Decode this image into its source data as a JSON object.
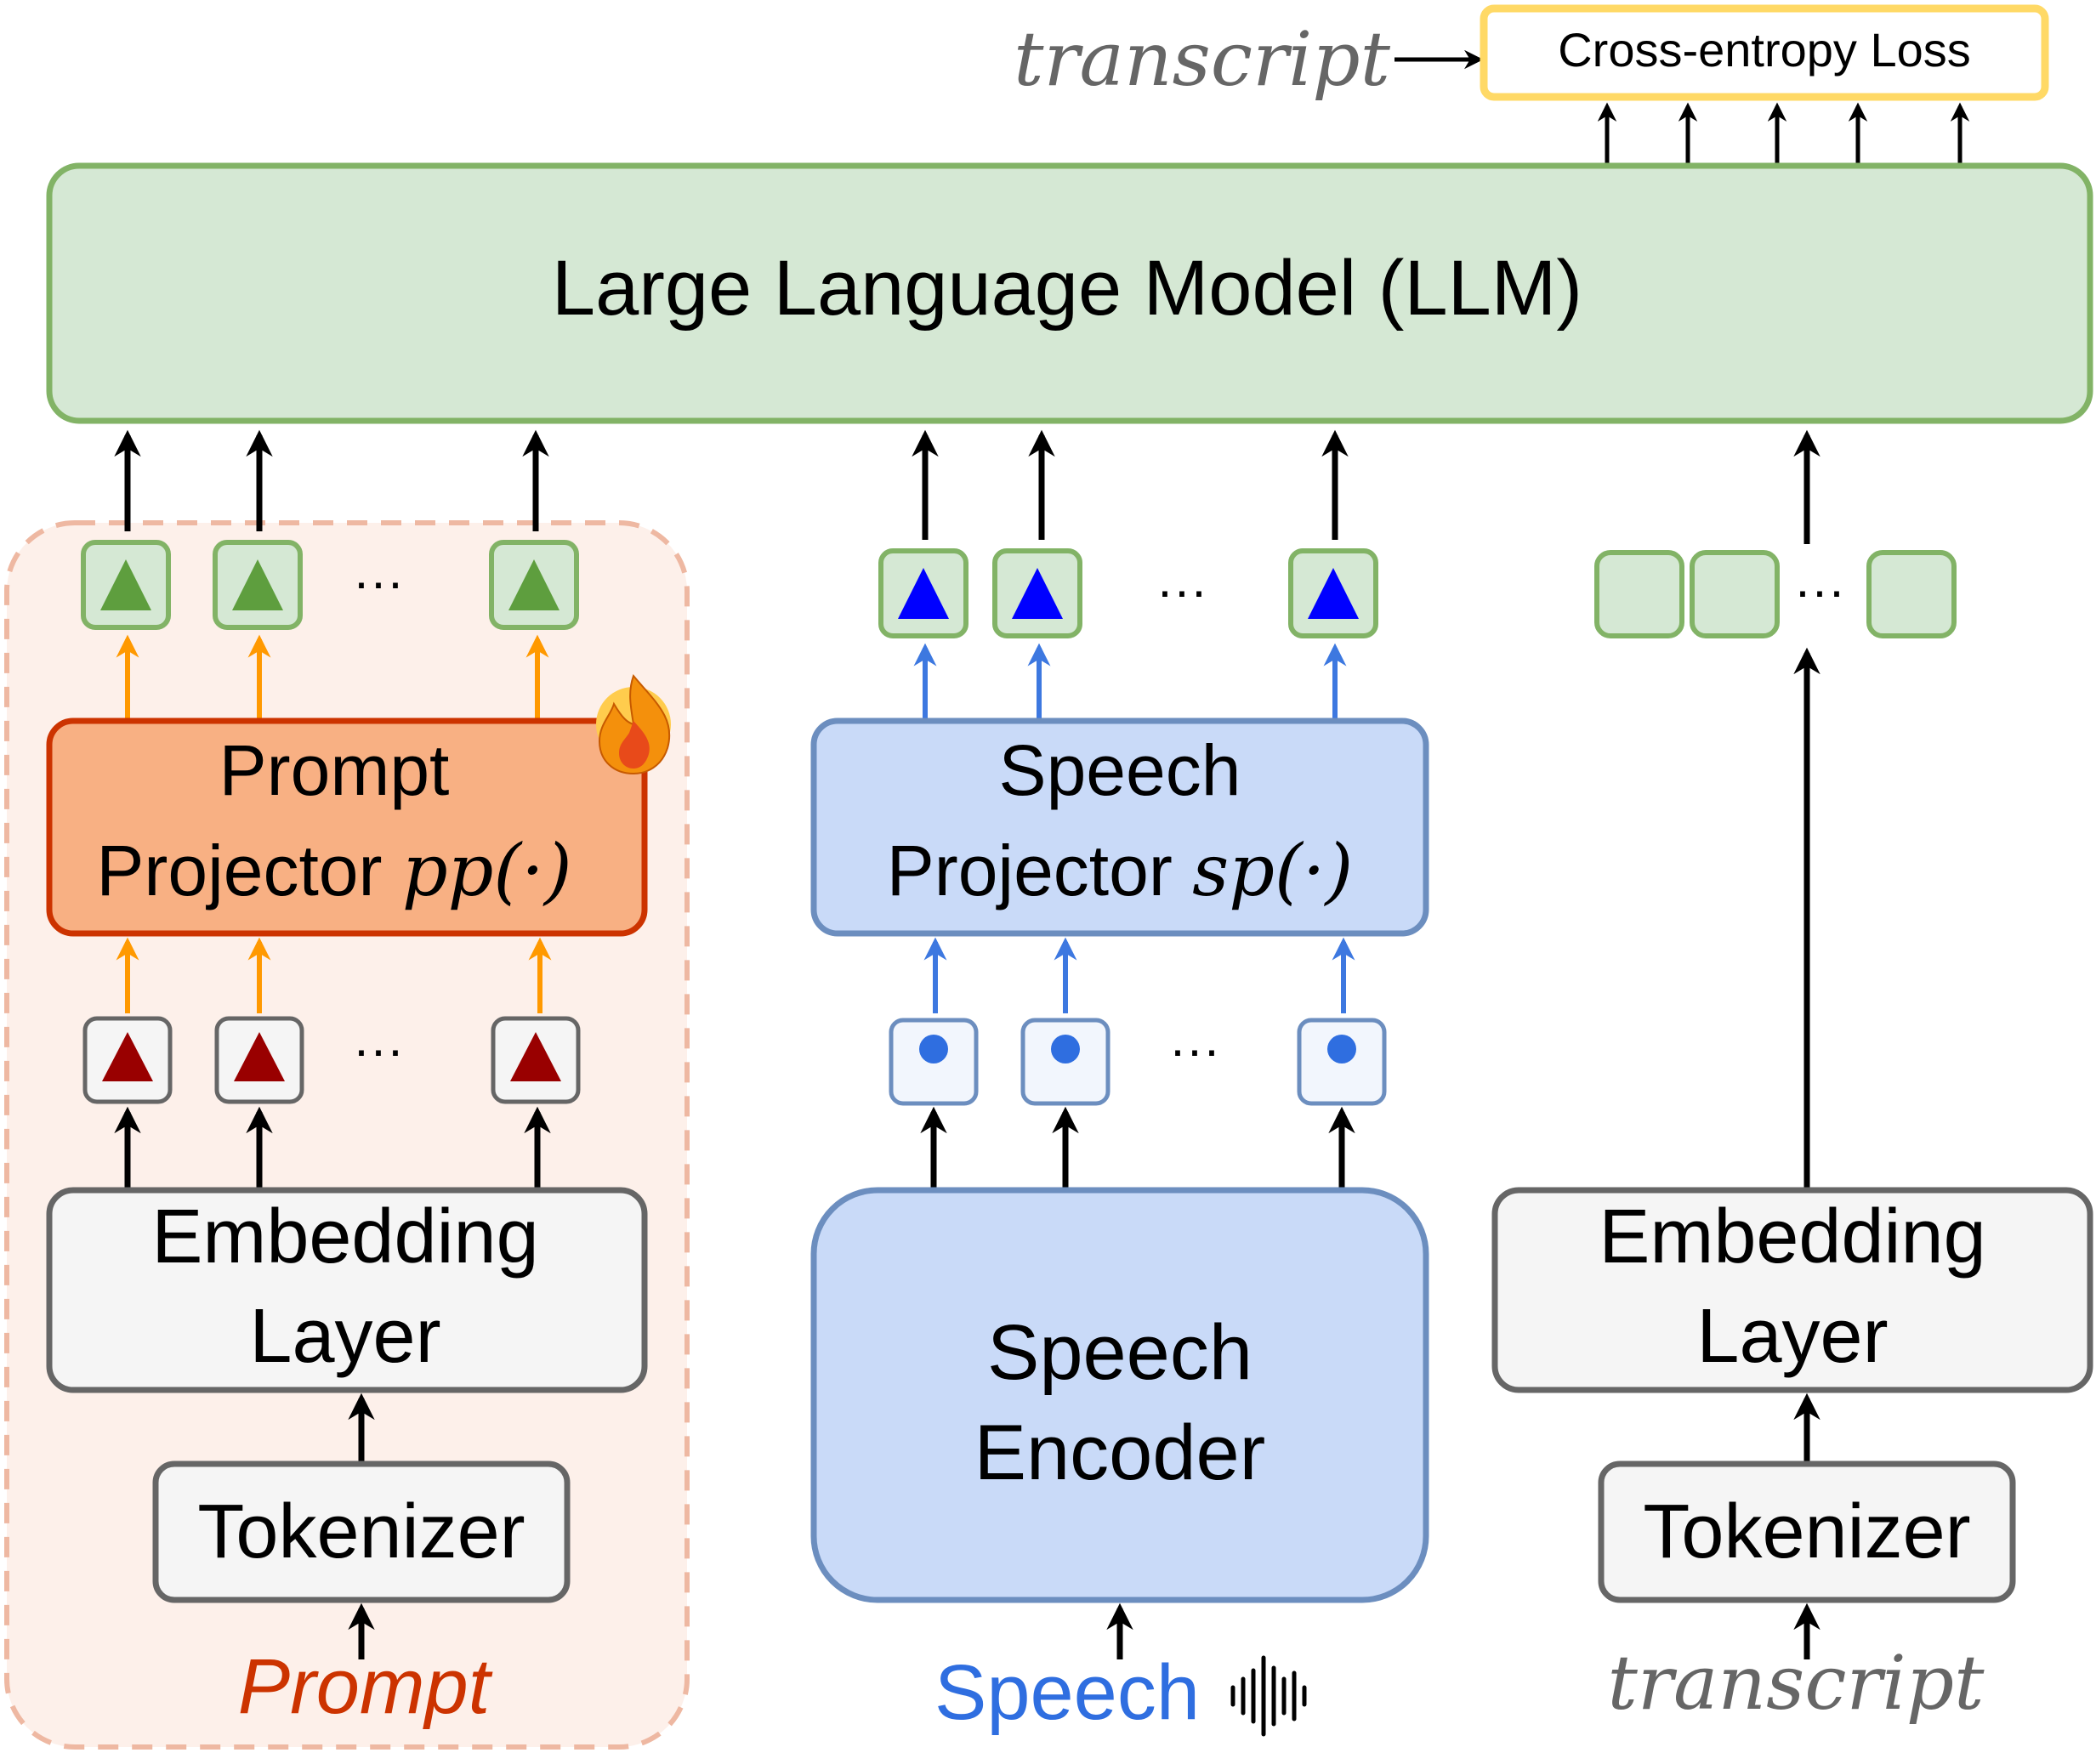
{
  "llm": {
    "label": "Large Language Model (LLM)"
  },
  "loss": {
    "target_label": "transcript",
    "label": "Cross-entropy Loss"
  },
  "prompt_branch": {
    "projector_line1": "Prompt",
    "projector_line2": "Projector",
    "projector_fn": "pp(·)",
    "embedding_line1": "Embedding",
    "embedding_line2": "Layer",
    "tokenizer": "Tokenizer",
    "input_label": "Prompt"
  },
  "speech_branch": {
    "projector_line1": "Speech",
    "projector_line2": "Projector",
    "projector_fn": "sp(·)",
    "encoder_line1": "Speech",
    "encoder_line2": "Encoder",
    "input_label": "Speech"
  },
  "transcript_branch": {
    "embedding_line1": "Embedding",
    "embedding_line2": "Layer",
    "tokenizer": "Tokenizer",
    "input_label": "transcript"
  },
  "ellipsis": "···",
  "colors": {
    "llm_fill": "#d5e8d4",
    "llm_stroke": "#82b366",
    "prompt_projector_fill": "#f8b083",
    "prompt_projector_stroke": "#cc3300",
    "speech_fill": "#c9daf8",
    "speech_stroke": "#6c8ebf",
    "gray_fill": "#f5f5f5",
    "gray_stroke": "#666666",
    "prompt_region_fill": "#fdf0ea",
    "prompt_region_stroke": "#eeb8a2",
    "loss_stroke": "#ffd966",
    "orange_arrow": "#ff9900",
    "blue_arrow": "#3d78e0",
    "prompt_text": "#cc3300",
    "speech_text": "#2f6ee0",
    "transcript_text": "#666666",
    "green_token": "#5e9e3e",
    "blue_token": "#0000ff",
    "red_token": "#990000"
  }
}
